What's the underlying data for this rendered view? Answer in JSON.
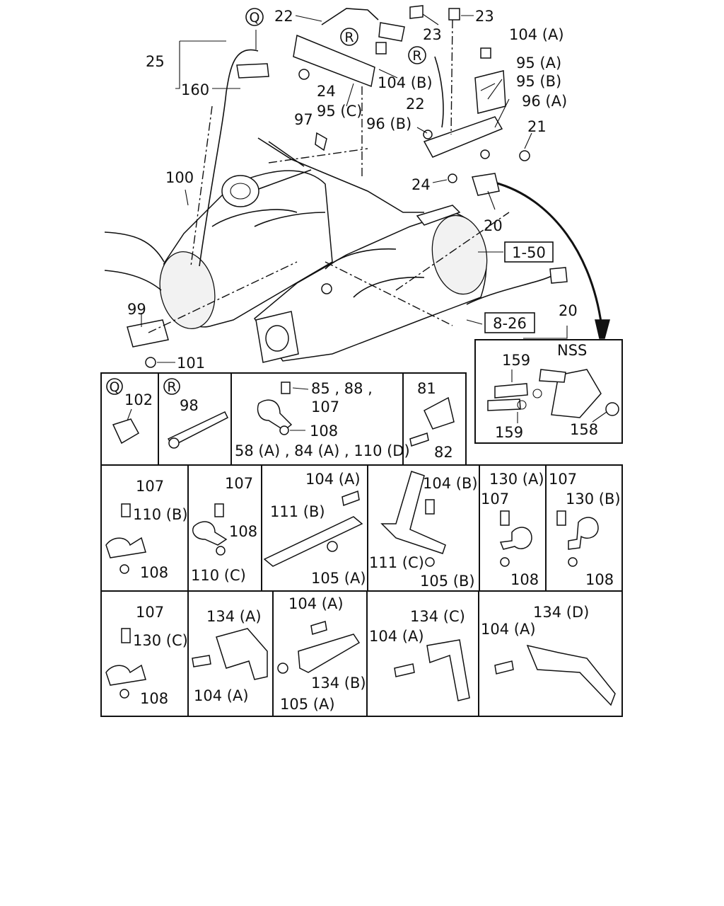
{
  "main_labels": {
    "q_marker": "Q",
    "r_marker": "R",
    "r_marker2": "R",
    "l22a": "22",
    "l22b": "22",
    "l23a": "23",
    "l23b": "23",
    "l104a_top": "104 (A)",
    "l95a": "95 (A)",
    "l95b": "95 (B)",
    "l96a": "96 (A)",
    "l21": "21",
    "l25": "25",
    "l160": "160",
    "l24a": "24",
    "l104b_top": "104 (B)",
    "l95c": "95 (C)",
    "l96b": "96 (B)",
    "l97": "97",
    "l24b": "24",
    "l100": "100",
    "l20a": "20",
    "l1_50": "1-50",
    "l8_26": "8-26",
    "l99": "99",
    "l101": "101",
    "l20b": "20"
  },
  "nss_box": {
    "title": "NSS",
    "l159a": "159",
    "l159b": "159",
    "l158": "158"
  },
  "grid_row1": {
    "q_marker": "Q",
    "l102": "102",
    "r_marker": "R",
    "l98": "98",
    "l85": "85 , 88 ,",
    "l107": "107",
    "l108": "108",
    "l58": "58 (A) , 84 (A) , 110 (D)",
    "l81": "81",
    "l82": "82"
  },
  "grid_row2": {
    "c1_107": "107",
    "c1_110b": "110 (B)",
    "c1_108": "108",
    "c2_107": "107",
    "c2_108": "108",
    "c2_110c": "110 (C)",
    "c3_104a": "104 (A)",
    "c3_111b": "111 (B)",
    "c3_105a": "105 (A)",
    "c4_104b": "104 (B)",
    "c4_111c": "111 (C)",
    "c4_105b": "105 (B)",
    "c5_130a": "130 (A)",
    "c5_107": "107",
    "c5_108": "108",
    "c6_107": "107",
    "c6_130b": "130 (B)",
    "c6_108": "108"
  },
  "grid_row3": {
    "c1_107": "107",
    "c1_130c": "130 (C)",
    "c1_108": "108",
    "c2_134a": "134 (A)",
    "c2_104a": "104 (A)",
    "c3_104a": "104 (A)",
    "c3_105a": "105 (A)",
    "c3_134b": "134 (B)",
    "c4_134c": "134 (C)",
    "c4_104a": "104 (A)",
    "c5_134d": "134 (D)",
    "c5_104a": "104 (A)"
  }
}
